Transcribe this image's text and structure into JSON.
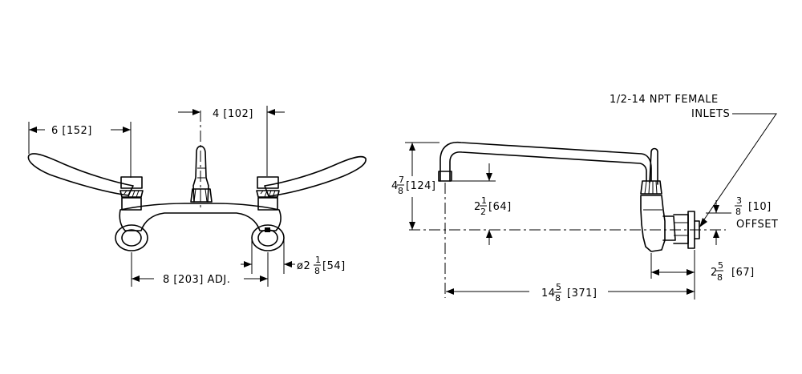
{
  "front_view": {
    "handle_span": "6 [152]",
    "spout_to_inlet": "4 [102]",
    "centers": "8 [203] ADJ.",
    "flange_dia_prefix": "ø2",
    "flange_dia_num": "1",
    "flange_dia_den": "8",
    "flange_dia_suffix": "[54]"
  },
  "side_view": {
    "inlet_note_line1": "1/2-14 NPT FEMALE",
    "inlet_note_line2": "INLETS",
    "height_whole": "4",
    "height_num": "7",
    "height_den": "8",
    "height_mm": "[124]",
    "spout_drop_whole": "2",
    "spout_drop_num": "1",
    "spout_drop_den": "2",
    "spout_drop_mm": "[64]",
    "offset_num": "3",
    "offset_den": "8",
    "offset_mm": "[10]",
    "offset_label": "OFFSET",
    "depth_whole": "2",
    "depth_num": "5",
    "depth_den": "8",
    "depth_mm": "[67]",
    "reach_whole": "14",
    "reach_num": "5",
    "reach_den": "8",
    "reach_mm": "[371]"
  }
}
